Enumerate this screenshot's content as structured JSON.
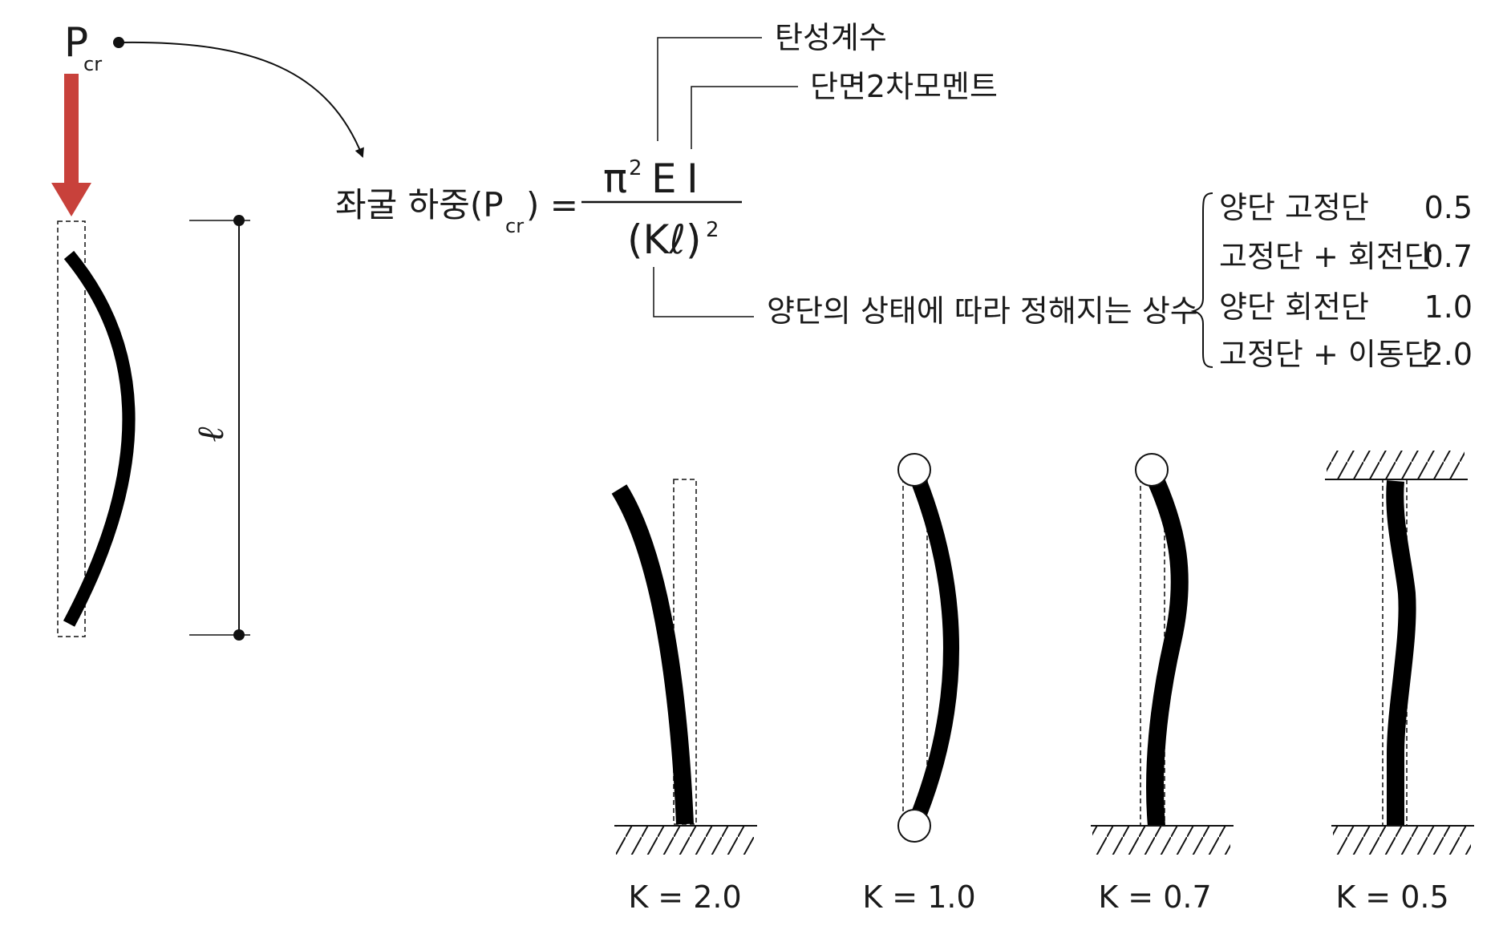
{
  "load": {
    "symbol": "P",
    "subscript": "cr",
    "arrow_color": "#c8413b"
  },
  "length_symbol": "ℓ",
  "formula": {
    "lhs": "좌굴 하중(P",
    "lhs_sub": "cr",
    "lhs_close": ") =",
    "numerator_pi": "π",
    "numerator_pi_exp": "2",
    "numerator_E": "E",
    "numerator_I": "I",
    "denominator": "(Kℓ)",
    "denominator_exp": "2"
  },
  "annotations": {
    "E": "탄성계수",
    "I": "단면2차모멘트",
    "K": "양단의 상태에 따라 정해지는 상수"
  },
  "k_table": [
    {
      "condition": "양단 고정단",
      "value": "0.5"
    },
    {
      "condition": "고정단 + 회전단",
      "value": "0.7"
    },
    {
      "condition": "양단 회전단",
      "value": "1.0"
    },
    {
      "condition": "고정단 + 이동단",
      "value": "2.0"
    }
  ],
  "columns": [
    {
      "label": "K = 2.0",
      "k": 2.0
    },
    {
      "label": "K = 1.0",
      "k": 1.0
    },
    {
      "label": "K = 0.7",
      "k": 0.7
    },
    {
      "label": "K = 0.5",
      "k": 0.5
    }
  ]
}
